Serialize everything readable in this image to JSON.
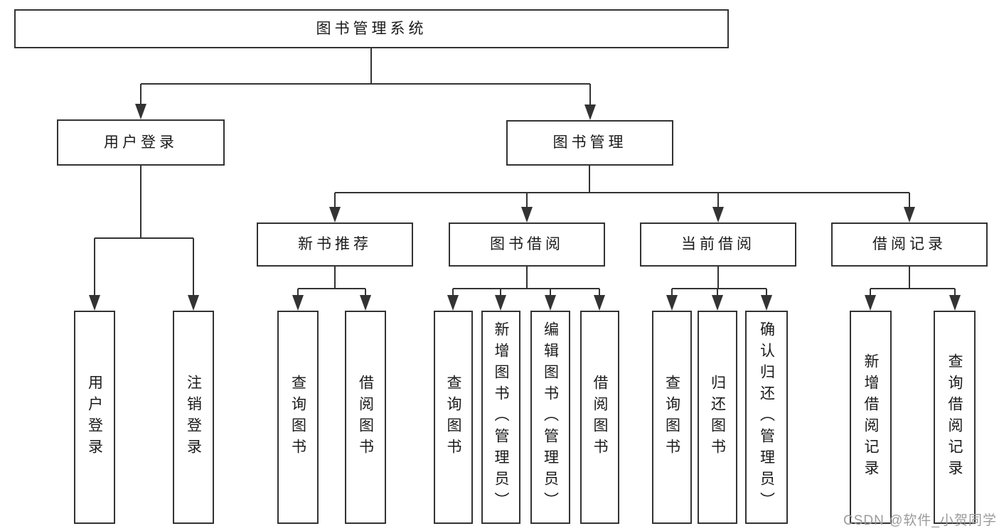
{
  "diagram": {
    "root": {
      "label": "图书管理系统"
    },
    "branches": [
      {
        "label": "用户登录",
        "children": [
          {
            "label": "用户登录"
          },
          {
            "label": "注销登录"
          }
        ]
      },
      {
        "label": "图书管理",
        "sections": [
          {
            "label": "新书推荐",
            "children": [
              {
                "label": "查询图书"
              },
              {
                "label": "借阅图书"
              }
            ]
          },
          {
            "label": "图书借阅",
            "children": [
              {
                "label": "查询图书"
              },
              {
                "label": "新增图书（管理员）"
              },
              {
                "label": "编辑图书（管理员）"
              },
              {
                "label": "借阅图书"
              }
            ]
          },
          {
            "label": "当前借阅",
            "children": [
              {
                "label": "查询图书"
              },
              {
                "label": "归还图书"
              },
              {
                "label": "确认归还（管理员）"
              }
            ]
          },
          {
            "label": "借阅记录",
            "children": [
              {
                "label": "新增借阅记录"
              },
              {
                "label": "查询借阅记录"
              }
            ]
          }
        ]
      }
    ]
  },
  "watermark": {
    "text": "CSDN @软件_小贺同学",
    "color": "#9b9b9b"
  },
  "colors": {
    "line": "#333333",
    "box_border": "#333333",
    "box_fill": "#ffffff",
    "text": "#1a1a1a",
    "background": "#ffffff"
  }
}
